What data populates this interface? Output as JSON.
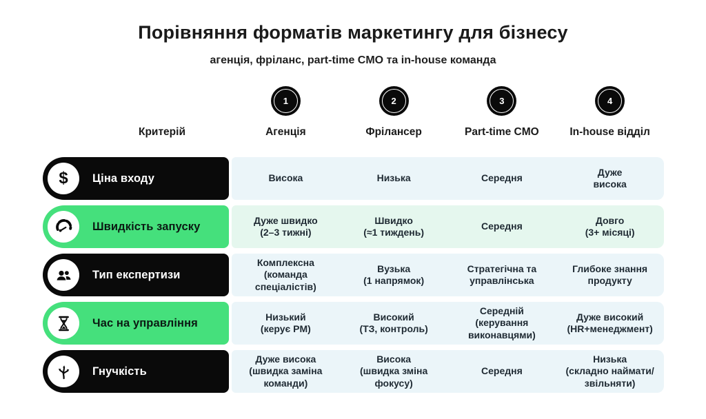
{
  "header": {
    "title": "Порівняння форматів маркетингу для бізнесу",
    "subtitle": "агенція, фріланс, part-time CMO та in-house команда",
    "criterion_label": "Критерій",
    "columns": [
      {
        "number": "1",
        "label": "Агенція"
      },
      {
        "number": "2",
        "label": "Фрілансер"
      },
      {
        "number": "3",
        "label": "Part-time CMO"
      },
      {
        "number": "4",
        "label": "In-house відділ"
      }
    ]
  },
  "table": {
    "rows": [
      {
        "label": "Ціна входу",
        "icon": "dollar-icon",
        "cells": [
          "Висока",
          "Низька",
          "Середня",
          "Дуже\nвисока"
        ]
      },
      {
        "label": "Швидкість запуску",
        "icon": "speedometer-icon",
        "cells": [
          "Дуже швидко\n(2–3 тижні)",
          "Швидко\n(≈1 тиждень)",
          "Середня",
          "Довго\n(3+ місяці)"
        ]
      },
      {
        "label": "Тип експертизи",
        "icon": "people-icon",
        "cells": [
          "Комплексна\n(команда\nспеціалістів)",
          "Вузька\n(1 напрямок)",
          "Стратегічна та\nуправлінська",
          "Глибоке знання\nпродукту"
        ]
      },
      {
        "label": "Час на управління",
        "icon": "hourglass-icon",
        "cells": [
          "Низький\n(керує PM)",
          "Високий\n(ТЗ, контроль)",
          "Середній\n(керування\nвиконавцями)",
          "Дуже високий\n(HR+менеджмент)"
        ]
      },
      {
        "label": "Гнучкість",
        "icon": "flexibility-icon",
        "cells": [
          "Дуже висока\n(швидка заміна\nкоманди)",
          "Висока\n(швидка зміна\nфокусу)",
          "Середня",
          "Низька\n(складно наймати/\nзвільняти)"
        ]
      }
    ]
  },
  "colors": {
    "accent_green": "#45e07c",
    "pill_black": "#0a0a0a",
    "cell_blue": "#ebf5f9",
    "cell_mint": "#e5f7ee",
    "text_dark": "#1a1a1a"
  }
}
